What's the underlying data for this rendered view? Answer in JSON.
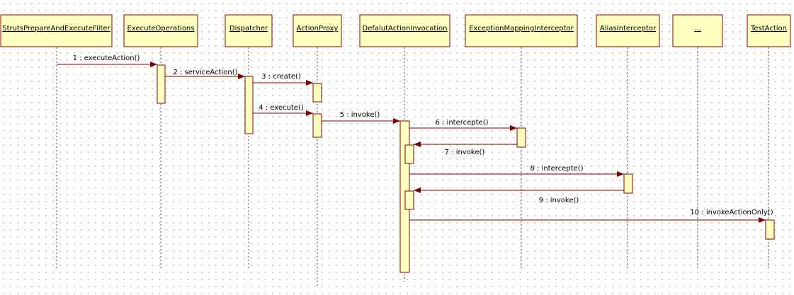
{
  "participants": [
    {
      "id": "strutsprepareandexecutefilter",
      "name": "StrutsPrepareAndExecuteFilter"
    },
    {
      "id": "executeoperations",
      "name": "ExecuteOperations"
    },
    {
      "id": "dispatcher",
      "name": "Dispatcher"
    },
    {
      "id": "actionproxy",
      "name": "ActionProxy"
    },
    {
      "id": "defalutactioninvocation",
      "name": "DefalutActionInvocation"
    },
    {
      "id": "exceptionmappinginterceptor",
      "name": "ExceptionMappingInterceptor"
    },
    {
      "id": "aliasinterceptor",
      "name": "AliasInterceptor"
    },
    {
      "id": "ellipsis",
      "name": "..."
    },
    {
      "id": "testaction",
      "name": "TestAction"
    }
  ],
  "messages": [
    {
      "seq": "1",
      "label": "1 : executeAction()",
      "from": "strutsprepareandexecutefilter",
      "to": "executeoperations"
    },
    {
      "seq": "2",
      "label": "2 : serviceAction()",
      "from": "executeoperations",
      "to": "dispatcher"
    },
    {
      "seq": "3",
      "label": "3 : create()",
      "from": "dispatcher",
      "to": "actionproxy"
    },
    {
      "seq": "4",
      "label": "4 : execute()",
      "from": "dispatcher",
      "to": "actionproxy"
    },
    {
      "seq": "5",
      "label": "5 : invoke()",
      "from": "actionproxy",
      "to": "defalutactioninvocation"
    },
    {
      "seq": "6",
      "label": "6 : intercepte()",
      "from": "defalutactioninvocation",
      "to": "exceptionmappinginterceptor"
    },
    {
      "seq": "7",
      "label": "7 : invoke()",
      "from": "exceptionmappinginterceptor",
      "to": "defalutactioninvocation"
    },
    {
      "seq": "8",
      "label": "8 : intercepte()",
      "from": "defalutactioninvocation",
      "to": "aliasinterceptor"
    },
    {
      "seq": "9",
      "label": "9 : invoke()",
      "from": "aliasinterceptor",
      "to": "defalutactioninvocation"
    },
    {
      "seq": "10",
      "label": "10 : invokeActionOnly()",
      "from": "defalutactioninvocation",
      "to": "testaction"
    }
  ],
  "colors": {
    "box_fill": "#ffffc0",
    "box_border": "#8b0000",
    "message": "#800000",
    "lifeline": "#404040",
    "text_link": "#00007a"
  }
}
